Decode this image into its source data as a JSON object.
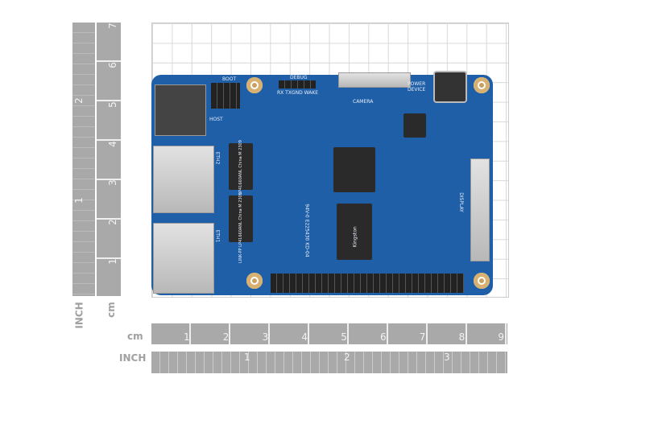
{
  "rulers": {
    "horizontal_cm": {
      "unit": "cm",
      "ticks": [
        "1",
        "2",
        "3",
        "4",
        "5",
        "6",
        "7",
        "8",
        "9"
      ]
    },
    "horizontal_inch": {
      "unit": "INCH",
      "ticks": [
        "1",
        "2",
        "3"
      ]
    },
    "vertical_cm": {
      "unit": "cm",
      "ticks": [
        "1",
        "2",
        "3",
        "4",
        "5",
        "6",
        "7"
      ]
    },
    "vertical_inch": {
      "unit": "INCH",
      "ticks": [
        "1",
        "2"
      ]
    }
  },
  "board": {
    "labels": {
      "boot": "BOOT",
      "debug": "DEBUG",
      "debug_pins": "RX TXGND WAKE",
      "camera": "CAMERA",
      "power": "POWER DEVICE",
      "display": "DISPLAY",
      "host": "HOST",
      "eth1": "ETH1",
      "eth2": "ETH2",
      "magnetics1": "LINK-PP LP41660ANL China M 2309",
      "magnetics2": "LINK-PP LP41660ANL China M 2309",
      "lot": "94V-0 E225430 KD-04",
      "ram": "Kingston"
    }
  }
}
